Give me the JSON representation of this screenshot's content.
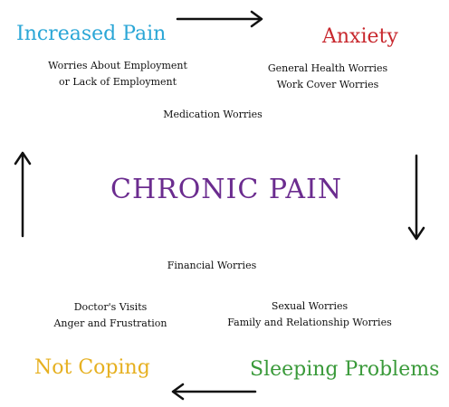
{
  "center": {
    "label": "CHRONIC PAIN",
    "color": "#6b2c8f"
  },
  "nodes": {
    "increased_pain": {
      "label": "Increased Pain",
      "color": "#2aa6d6"
    },
    "anxiety": {
      "label": "Anxiety",
      "color": "#c8282e"
    },
    "sleeping_problems": {
      "label": "Sleeping Problems",
      "color": "#3a9a3a"
    },
    "not_coping": {
      "label": "Not Coping",
      "color": "#e6b020"
    }
  },
  "worries": {
    "employment": [
      "Worries About Employment",
      "or Lack of Employment"
    ],
    "health": [
      "General Health Worries",
      "Work Cover Worries"
    ],
    "medication": "Medication Worries",
    "financial": "Financial Worries",
    "doctor": [
      "Doctor's Visits",
      "Anger and Frustration"
    ],
    "relationship": [
      "Sexual Worries",
      "Family and Relationship Worries"
    ]
  },
  "edges": [
    {
      "from": "Increased Pain",
      "to": "Anxiety",
      "direction": "right"
    },
    {
      "from": "Anxiety",
      "to": "Sleeping Problems",
      "direction": "down"
    },
    {
      "from": "Sleeping Problems",
      "to": "Not Coping",
      "direction": "left"
    },
    {
      "from": "Not Coping",
      "to": "Increased Pain",
      "direction": "up"
    }
  ],
  "arrow_color": "#111111"
}
